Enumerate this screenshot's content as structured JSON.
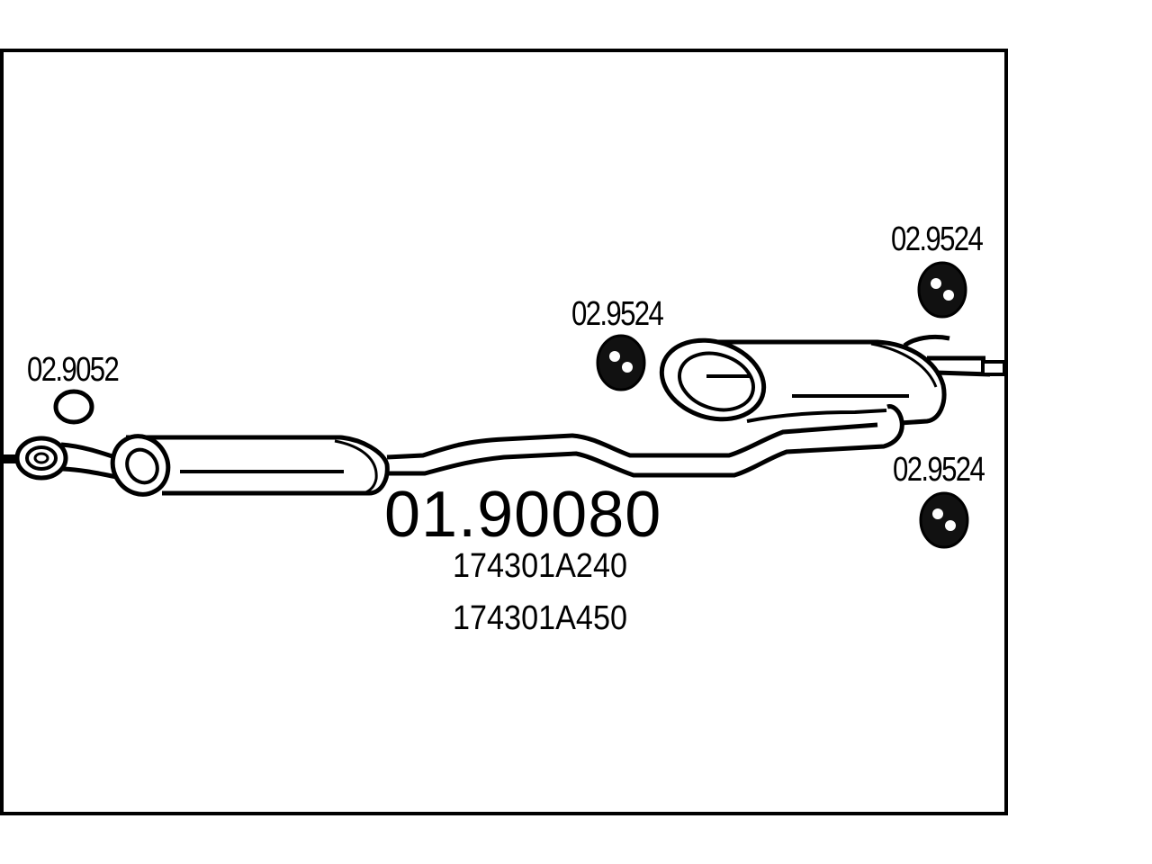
{
  "diagram": {
    "main_part_number": "01.90080",
    "oem_numbers": [
      "174301A240",
      "174301A450"
    ],
    "part_labels": {
      "hanger_left": "02.9052",
      "hanger_mid": "02.9524",
      "hanger_top_right": "02.9524",
      "hanger_bottom_right": "02.9524"
    }
  },
  "colors": {
    "line": "#000000",
    "background": "#ffffff"
  }
}
